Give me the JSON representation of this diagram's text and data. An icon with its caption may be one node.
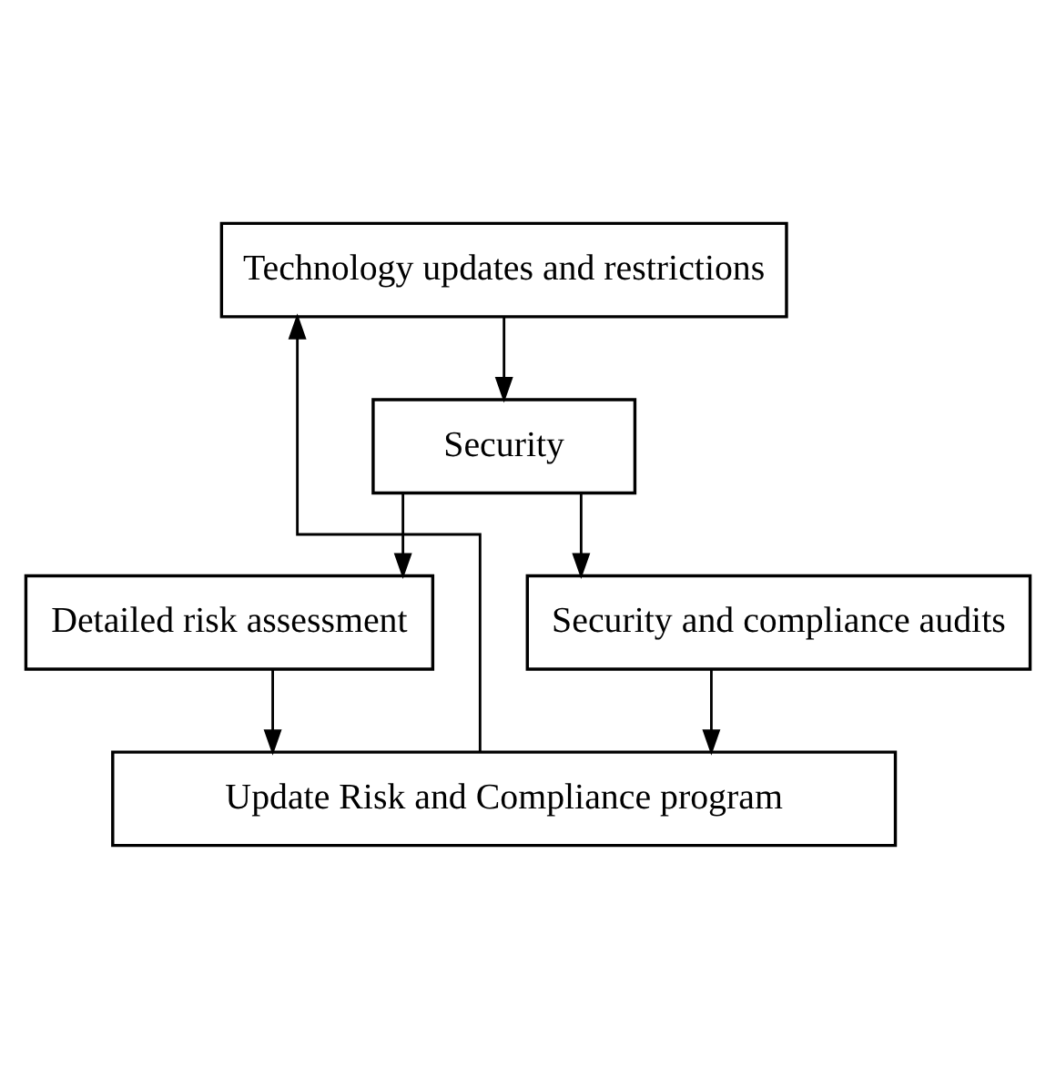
{
  "diagram": {
    "nodes": [
      {
        "text": [
          "Technology updates and restrictions"
        ]
      },
      {
        "text": [
          "Security"
        ]
      },
      {
        "text": [
          "Detailed risk assessment"
        ]
      },
      {
        "text": [
          "Security and compliance audits"
        ]
      },
      {
        "text": [
          "Update Risk and Compliance program"
        ]
      }
    ],
    "edges": [
      {
        "from": 0,
        "to": 1,
        "arrow": "to"
      },
      {
        "from": 1,
        "to": 2,
        "arrow": "to"
      },
      {
        "from": 1,
        "to": 3,
        "arrow": "to"
      },
      {
        "from": 2,
        "to": 4,
        "arrow": "to"
      },
      {
        "from": 3,
        "to": 4,
        "arrow": "to"
      },
      {
        "from": 4,
        "to": 0,
        "arrow": "to"
      }
    ]
  }
}
